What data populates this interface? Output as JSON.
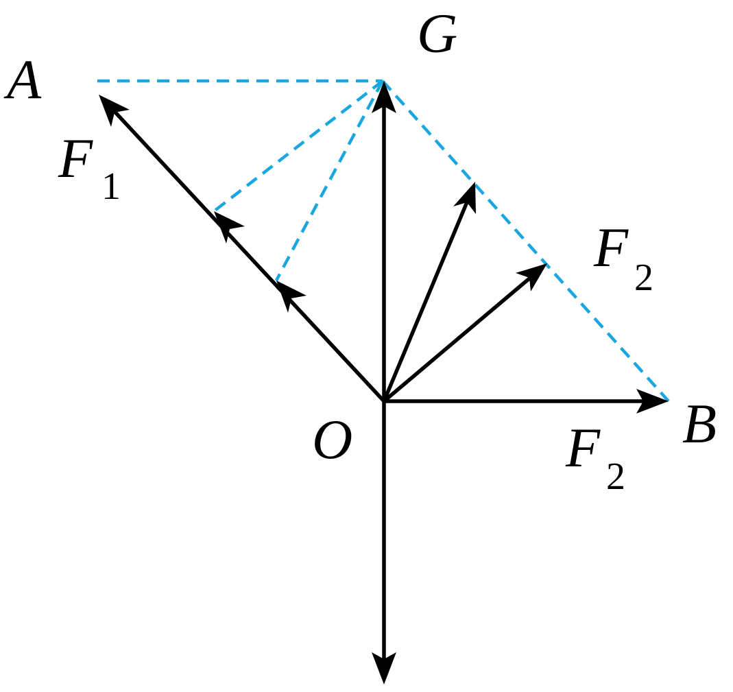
{
  "labels": {
    "A": "A",
    "G": "G",
    "O": "O",
    "B": "B",
    "F1": "F",
    "F1_sub": "1",
    "F2_upper": "F",
    "F2_upper_sub": "2",
    "F2_lower": "F",
    "F2_lower_sub": "2"
  },
  "colors": {
    "vector": "#000000",
    "construction_dashed": "#1aa7e0"
  }
}
